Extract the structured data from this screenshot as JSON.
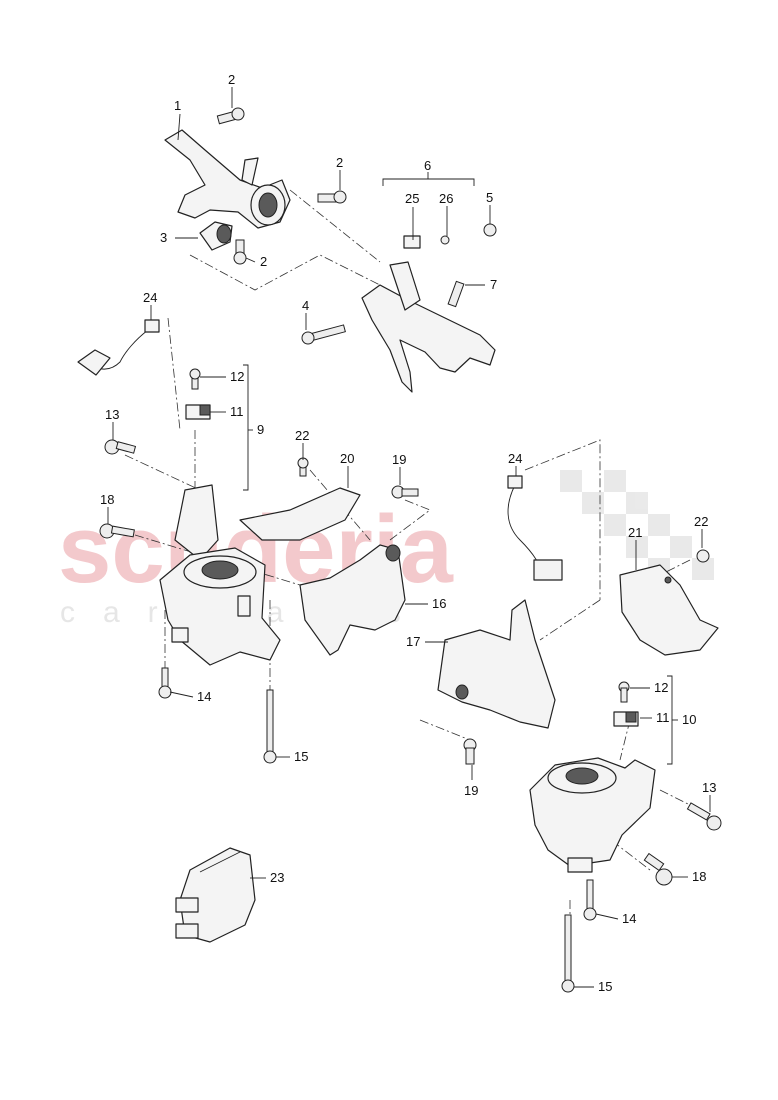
{
  "watermark": {
    "brand": "scuderia",
    "sub": "car parts"
  },
  "callouts": [
    {
      "id": "c1",
      "label": "1"
    },
    {
      "id": "c2a",
      "label": "2"
    },
    {
      "id": "c2b",
      "label": "2"
    },
    {
      "id": "c2c",
      "label": "2"
    },
    {
      "id": "c3",
      "label": "3"
    },
    {
      "id": "c4",
      "label": "4"
    },
    {
      "id": "c5",
      "label": "5"
    },
    {
      "id": "c6",
      "label": "6"
    },
    {
      "id": "c7",
      "label": "7"
    },
    {
      "id": "c25",
      "label": "25"
    },
    {
      "id": "c26",
      "label": "26"
    },
    {
      "id": "c24a",
      "label": "24"
    },
    {
      "id": "c12a",
      "label": "12"
    },
    {
      "id": "c11a",
      "label": "11"
    },
    {
      "id": "c9",
      "label": "9"
    },
    {
      "id": "c13a",
      "label": "13"
    },
    {
      "id": "c18a",
      "label": "18"
    },
    {
      "id": "c14a",
      "label": "14"
    },
    {
      "id": "c15a",
      "label": "15"
    },
    {
      "id": "c22a",
      "label": "22"
    },
    {
      "id": "c20",
      "label": "20"
    },
    {
      "id": "c19a",
      "label": "19"
    },
    {
      "id": "c16",
      "label": "16"
    },
    {
      "id": "c24b",
      "label": "24"
    },
    {
      "id": "c21",
      "label": "21"
    },
    {
      "id": "c22b",
      "label": "22"
    },
    {
      "id": "c17",
      "label": "17"
    },
    {
      "id": "c19b",
      "label": "19"
    },
    {
      "id": "c12b",
      "label": "12"
    },
    {
      "id": "c11b",
      "label": "11"
    },
    {
      "id": "c10",
      "label": "10"
    },
    {
      "id": "c13b",
      "label": "13"
    },
    {
      "id": "c18b",
      "label": "18"
    },
    {
      "id": "c14b",
      "label": "14"
    },
    {
      "id": "c15b",
      "label": "15"
    },
    {
      "id": "c23",
      "label": "23"
    }
  ]
}
